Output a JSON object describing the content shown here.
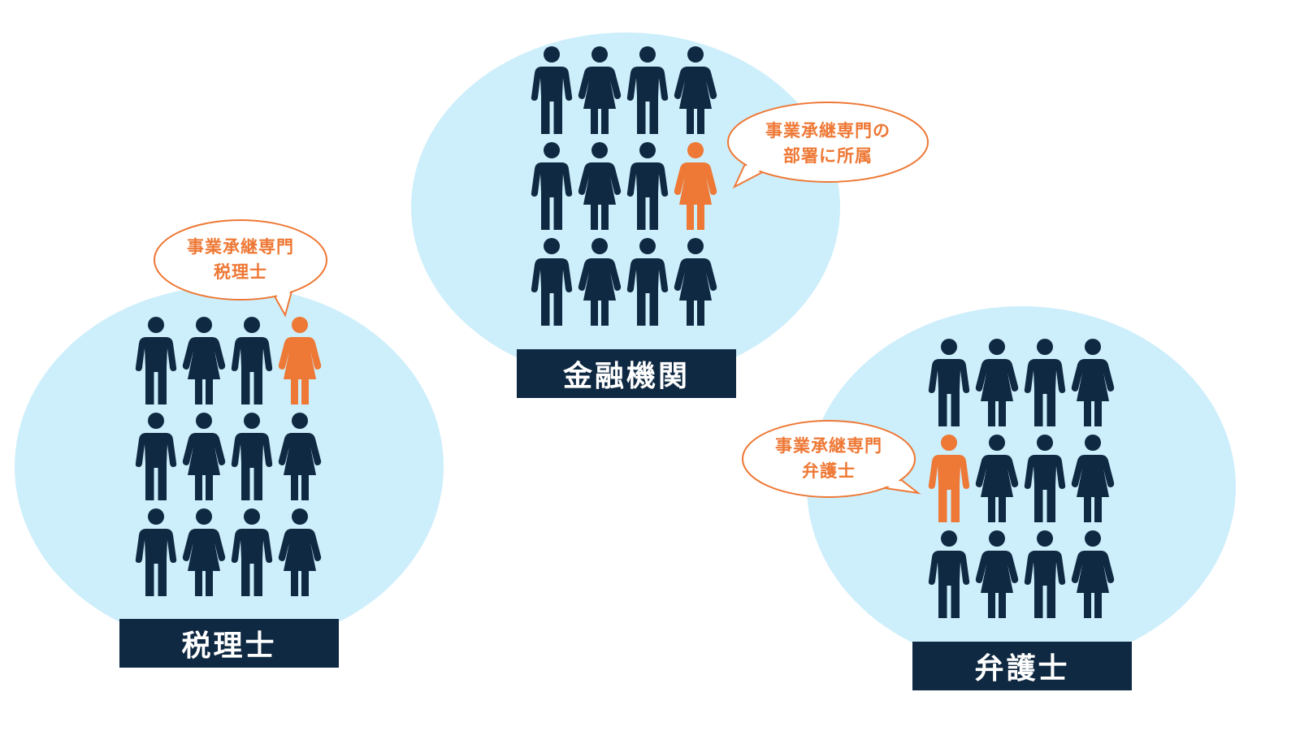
{
  "colors": {
    "circle": "#cdeefb",
    "figure": "#0f2942",
    "highlight": "#ee7835",
    "label_bg": "#0f2942",
    "label_text": "#ffffff",
    "bubble_border": "#ee7835",
    "bubble_fill": "#ffffff",
    "bubble_text": "#ee7835"
  },
  "icons": {
    "male": "male-person-icon",
    "female": "female-person-icon"
  },
  "groups": [
    {
      "id": "tax",
      "label": "税理士",
      "bubble": {
        "lines": [
          "事業承継専門",
          "税理士"
        ]
      },
      "highlight": {
        "row": 0,
        "col": 3,
        "gender": "female"
      }
    },
    {
      "id": "bank",
      "label": "金融機関",
      "bubble": {
        "lines": [
          "事業承継専門の",
          "部署に所属"
        ]
      },
      "highlight": {
        "row": 1,
        "col": 3,
        "gender": "female"
      }
    },
    {
      "id": "lawyer",
      "label": "弁護士",
      "bubble": {
        "lines": [
          "事業承継専門",
          "弁護士"
        ]
      },
      "highlight": {
        "row": 1,
        "col": 0,
        "gender": "male"
      }
    }
  ]
}
